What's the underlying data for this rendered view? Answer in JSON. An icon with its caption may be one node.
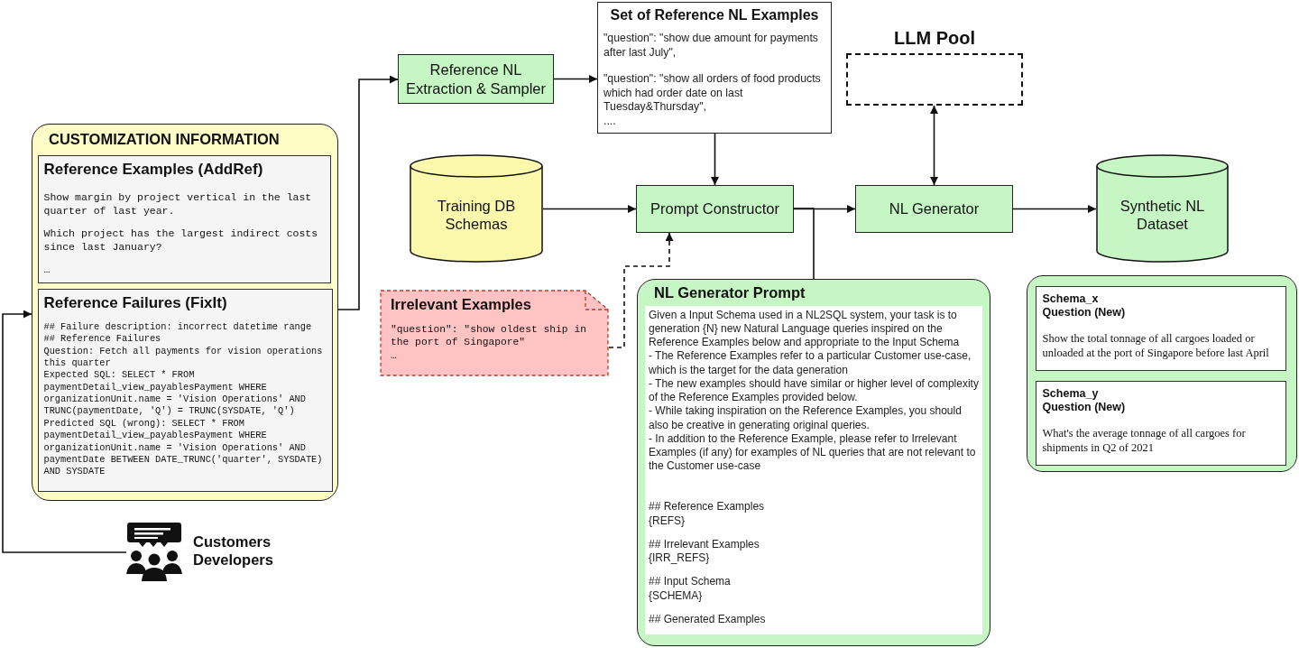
{
  "diagram": {
    "nodes": [
      {
        "text": [
          "CUSTOMIZATION INFORMATION"
        ]
      },
      {
        "text": [
          "Reference Examples (AddRef)",
          "Show margin by project vertical in the last quarter of last year.",
          "Which project has the largest indirect costs since last January?",
          "…"
        ],
        "in": 0
      },
      {
        "text": [
          "Reference Failures (FixIt)",
          "## Failure description: incorrect datetime range",
          "## Reference Failures",
          "Question: Fetch all payments for vision operations this quarter",
          "Expected SQL: SELECT * FROM paymentDetail_view_payablesPayment WHERE organizationUnit.name = 'Vision Operations' AND TRUNC(paymentDate, 'Q') = TRUNC(SYSDATE, 'Q')",
          "Predicted SQL (wrong): SELECT * FROM paymentDetail_view_payablesPayment WHERE organizationUnit.name = 'Vision Operations' AND paymentDate BETWEEN DATE_TRUNC('quarter', SYSDATE) AND SYSDATE"
        ],
        "in": 0
      },
      {
        "text": [
          "Customers",
          "Developers"
        ]
      },
      {
        "text": [
          "Reference NL Extraction & Sampler"
        ]
      },
      {
        "text": [
          "Set of Reference NL Examples",
          "\"question\": \"show due amount for payments after last July\",",
          "\"question\": \"show all orders of food products which had order date on last Tuesday&Thursday\",",
          "...."
        ]
      },
      {
        "text": [
          "LLM Pool"
        ]
      },
      {
        "text": [
          "Training DB Schemas"
        ]
      },
      {
        "text": [
          "Prompt Constructor"
        ]
      },
      {
        "text": [
          "NL Generator"
        ]
      },
      {
        "text": [
          "Synthetic NL Dataset"
        ]
      },
      {
        "text": [
          "Irrelevant Examples",
          "\"question\": \"show oldest ship in the port of Singapore\"",
          "…"
        ]
      },
      {
        "text": [
          "NL Generator Prompt",
          "Given a Input Schema used in a NL2SQL system, your task is to generation {N} new Natural Language queries inspired on the Reference Examples below and appropriate to the Input Schema",
          "- The Reference Examples refer to a particular Customer use-case, which is the target for the data generation",
          "- The new examples should have similar or higher level of complexity of the Reference Examples provided below.",
          "- While taking inspiration on the Reference Examples, you should also be creative in generating original queries.",
          "- In addition to the Reference Example, please refer to Irrelevant Examples (if any) for examples of NL queries that are not relevant to the Customer use-case",
          "## Reference Examples",
          "{REFS}",
          "## Irrelevant Examples",
          "{IRR_REFS}",
          "## Input Schema",
          "{SCHEMA}",
          "## Generated Examples"
        ]
      },
      {
        "text": [],
        "shape": "box"
      },
      {
        "text": [
          "Schema_x",
          "Question (New)",
          "Show the total tonnage of all cargoes loaded or unloaded at the port of Singapore before last April"
        ],
        "in": 13
      },
      {
        "text": [
          "Schema_y",
          "Question (New)",
          "What's the average tonnage of all cargoes for shipments in Q2 of 2021"
        ],
        "in": 13
      }
    ],
    "edges": [
      {
        "from": 3,
        "to": 0,
        "arrow": "to"
      },
      {
        "from": 0,
        "to": 4,
        "arrow": "to"
      },
      {
        "from": 4,
        "to": 5,
        "arrow": "to"
      },
      {
        "from": 5,
        "to": 8,
        "arrow": "to"
      },
      {
        "from": 7,
        "to": 8,
        "arrow": "to"
      },
      {
        "from": 11,
        "to": 8,
        "arrow": "to",
        "style": "dashed"
      },
      {
        "from": 8,
        "to": 9,
        "arrow": "to"
      },
      {
        "from": 9,
        "to": 6,
        "arrow": "both"
      },
      {
        "from": 9,
        "to": 10,
        "arrow": "to"
      },
      {
        "from": 8,
        "to": 12,
        "arrow": "none"
      }
    ]
  }
}
